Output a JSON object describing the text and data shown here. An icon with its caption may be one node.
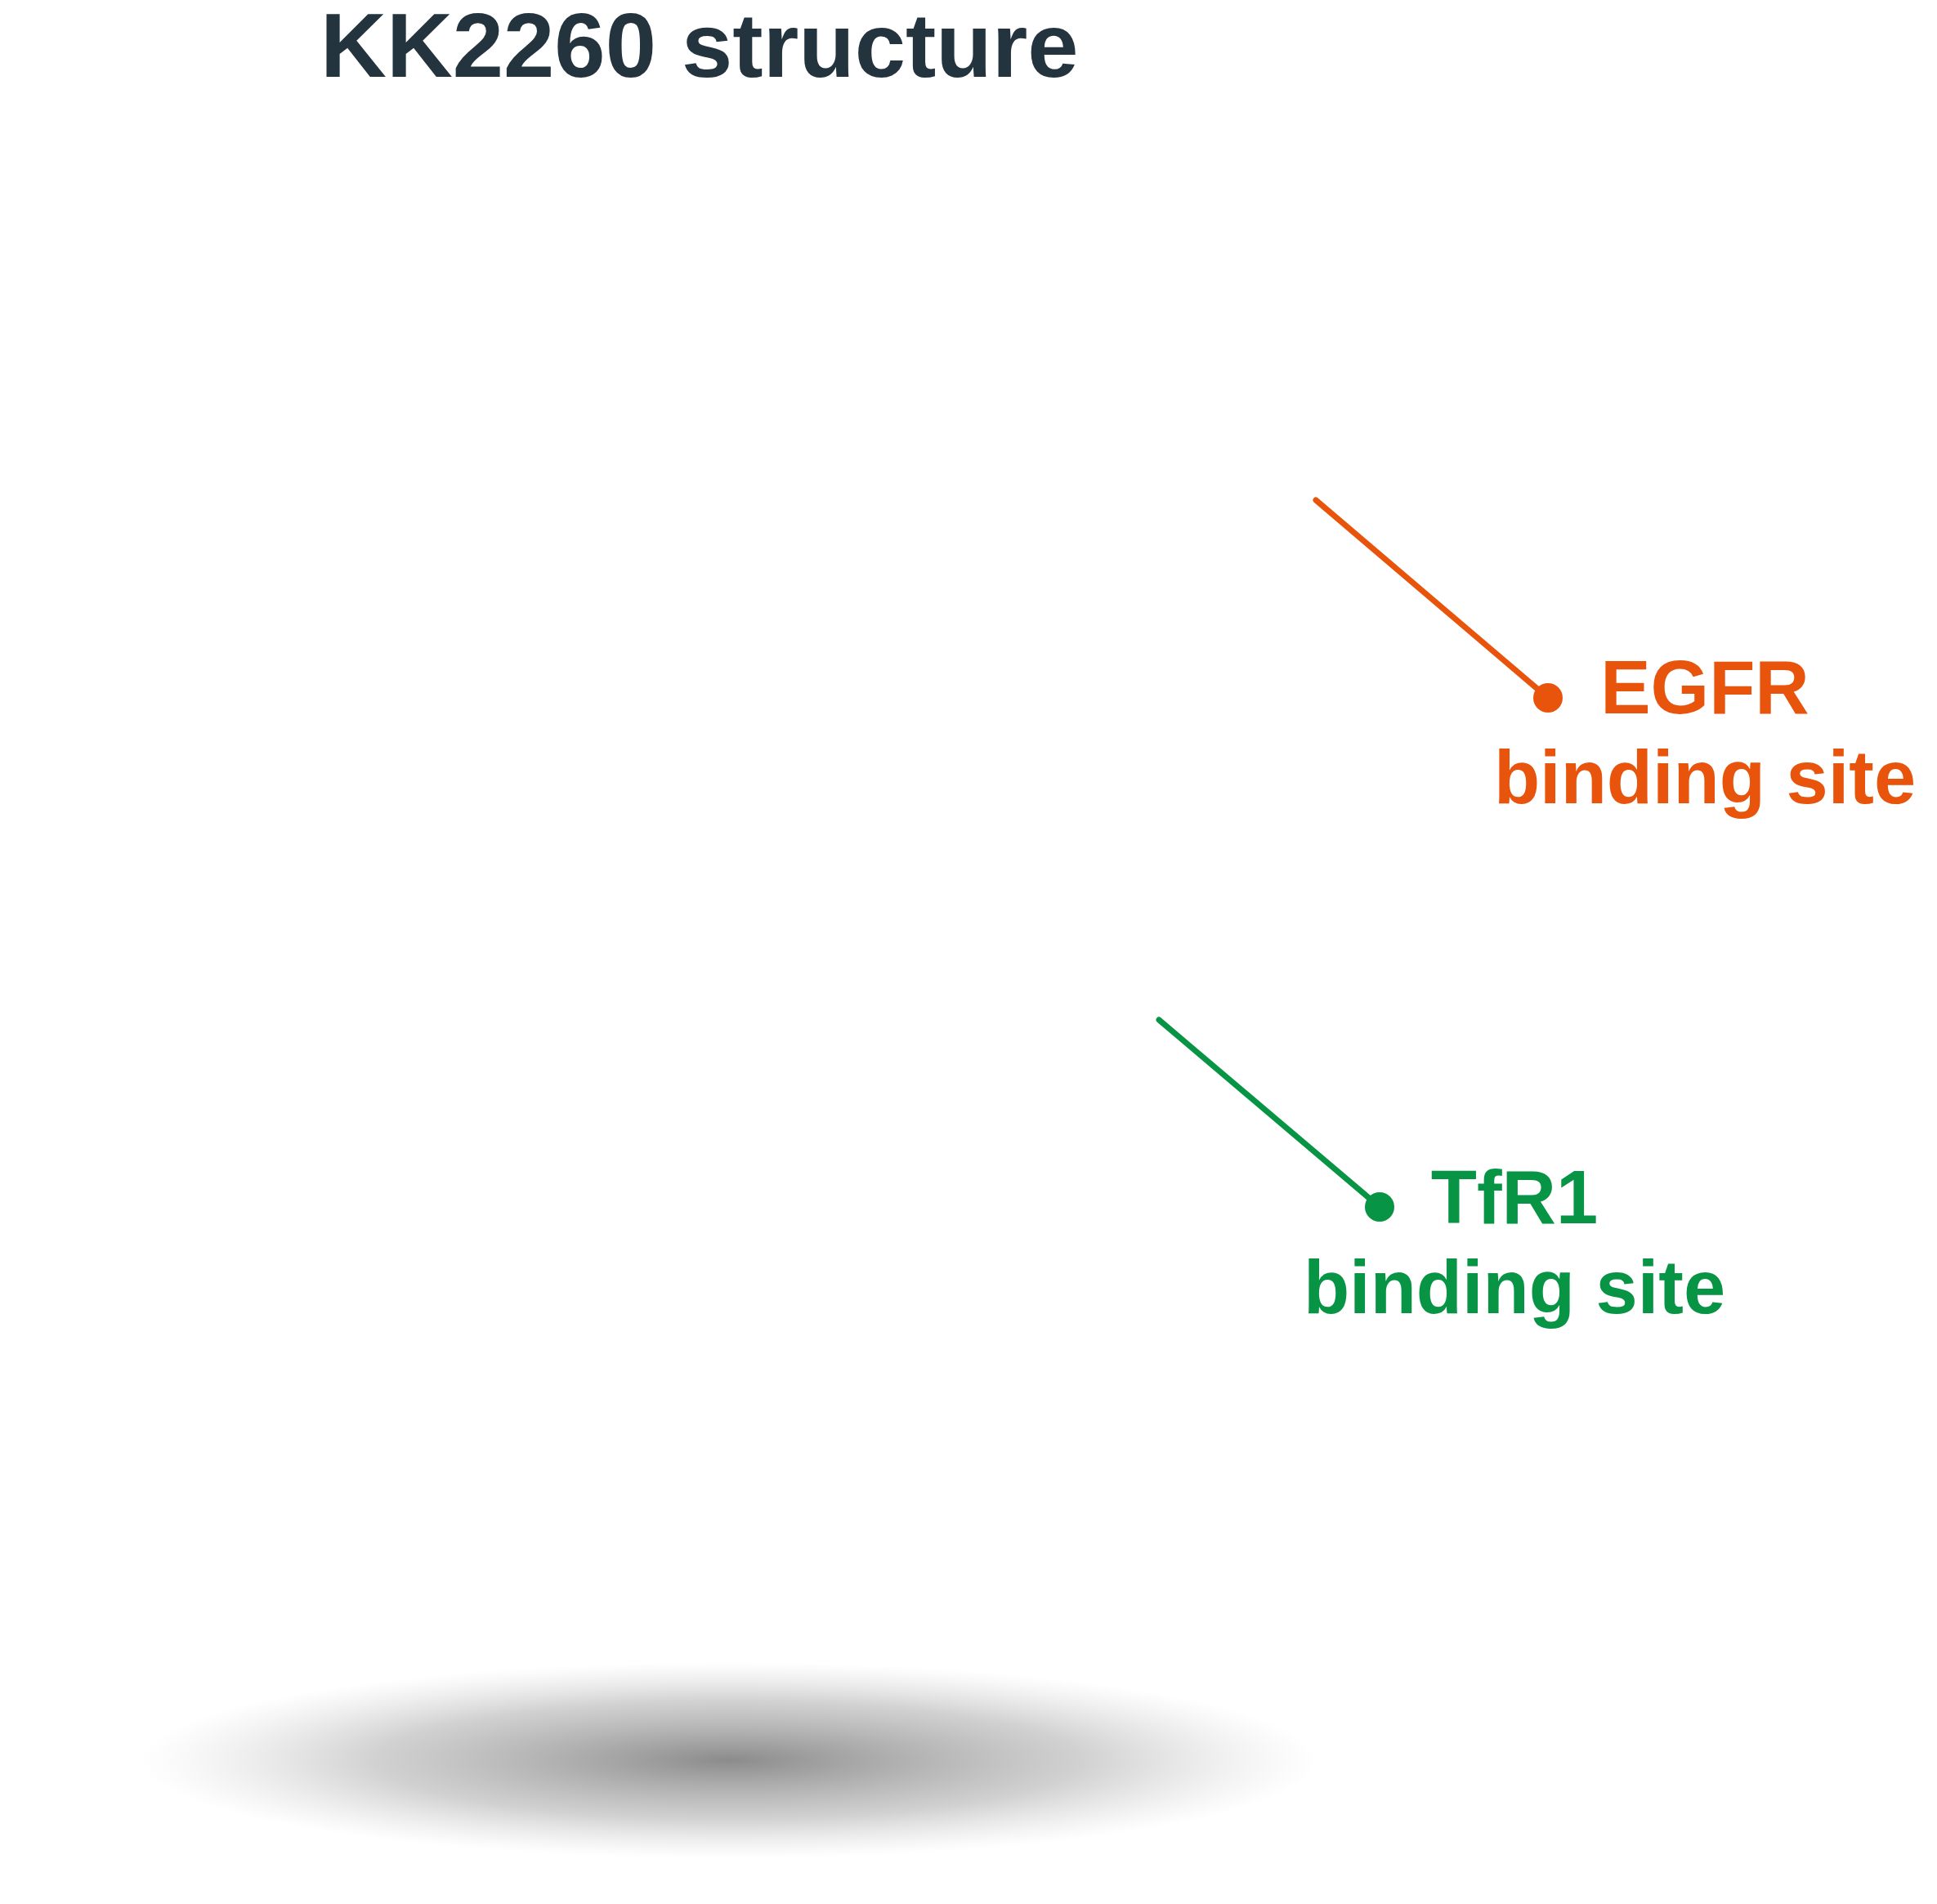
{
  "diagram": {
    "title": "KK2260 structure",
    "nodes": [
      {
        "text": [
          "EGFR binding site"
        ]
      },
      {
        "text": [
          "TfR1 binding site"
        ]
      }
    ],
    "edges": [
      {
        "from": 0,
        "to": null,
        "arrow": "other",
        "color": "#e8540c"
      },
      {
        "from": 1,
        "to": null,
        "arrow": "other",
        "color": "#079445"
      }
    ]
  }
}
